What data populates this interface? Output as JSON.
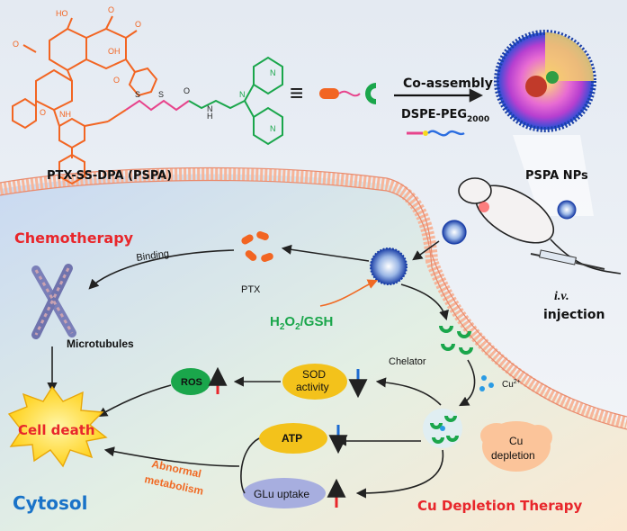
{
  "compound": {
    "name": "PTX-SS-DPA (PSPA)"
  },
  "assembly": {
    "top_label": "Co-assembly",
    "bottom_label_main": "DSPE-PEG",
    "bottom_label_sub": "2000",
    "equiv_symbol": "≡"
  },
  "nanoparticle": {
    "label": "PSPA NPs"
  },
  "injection": {
    "line1": "i.v.",
    "line2": "injection"
  },
  "therapies": {
    "chemo": "Chemotherapy",
    "cu_depletion": "Cu Depletion Therapy"
  },
  "cell": {
    "compartment": "Cytosol",
    "outcome": "Cell death"
  },
  "pathway": {
    "ptx": "PTX",
    "binding": "Binding",
    "microtubules": "Microtubules",
    "trigger": "H2O2/GSH",
    "trigger_parts": [
      "H",
      "2",
      "O",
      "2",
      "/GSH"
    ],
    "chelator": "Chelator",
    "cu_ion": "Cu",
    "cu_charge": "2+",
    "cu_depletion_cloud": [
      "Cu",
      "depletion"
    ],
    "ros": "ROS",
    "sod": [
      "SOD",
      "activity"
    ],
    "atp": "ATP",
    "glu": "GLu uptake",
    "abnormal": [
      "Abnormal",
      "metabolism"
    ]
  },
  "colors": {
    "orange_molecule": "#f26522",
    "green_molecule": "#1aa64b",
    "red_title": "#e8262b",
    "blue_title": "#1a73c8",
    "membrane_pink": "#f6b59a"
  }
}
